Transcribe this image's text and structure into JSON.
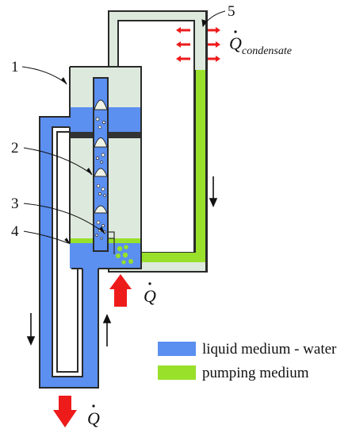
{
  "labels": {
    "n1": "1",
    "n2": "2",
    "n3": "3",
    "n4": "4",
    "n5": "5"
  },
  "heat": {
    "q_symbol": "Q",
    "condensate_subscript": "condensate"
  },
  "legend": [
    {
      "label": "liquid medium - water",
      "color": "#5b8ff0"
    },
    {
      "label": "pumping medium",
      "color": "#98e02a"
    }
  ],
  "colors": {
    "water": "#5b8ff0",
    "pumping": "#98e02a",
    "vapor": "#dde9dc",
    "wall": "#2a2a2a",
    "heat_arrow": "#ee1b1b"
  }
}
